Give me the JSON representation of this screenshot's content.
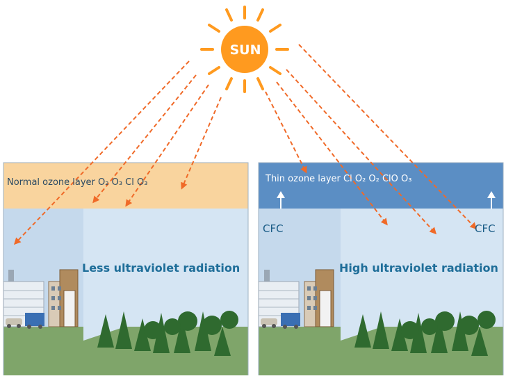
{
  "sun": {
    "label": "SUN",
    "color": "#ff9a1f"
  },
  "left_panel": {
    "ozone_label": "Normal ozone layer O₂ O₃ Cl O₃",
    "radiation_label": "Less ultraviolet radiation",
    "ozone_color": "#f9d49e"
  },
  "right_panel": {
    "ozone_label": "Thin ozone layer Cl O₂ O₂ ClO O₃",
    "radiation_label": "High ultraviolet radiation",
    "cfc_left": "CFC",
    "cfc_right": "CFC",
    "ozone_color": "#5b8ec4"
  },
  "colors": {
    "ray": "#f06a28",
    "sky": "#d5e5f3",
    "ground": "#7fa56a",
    "tree": "#2f6a2f"
  }
}
